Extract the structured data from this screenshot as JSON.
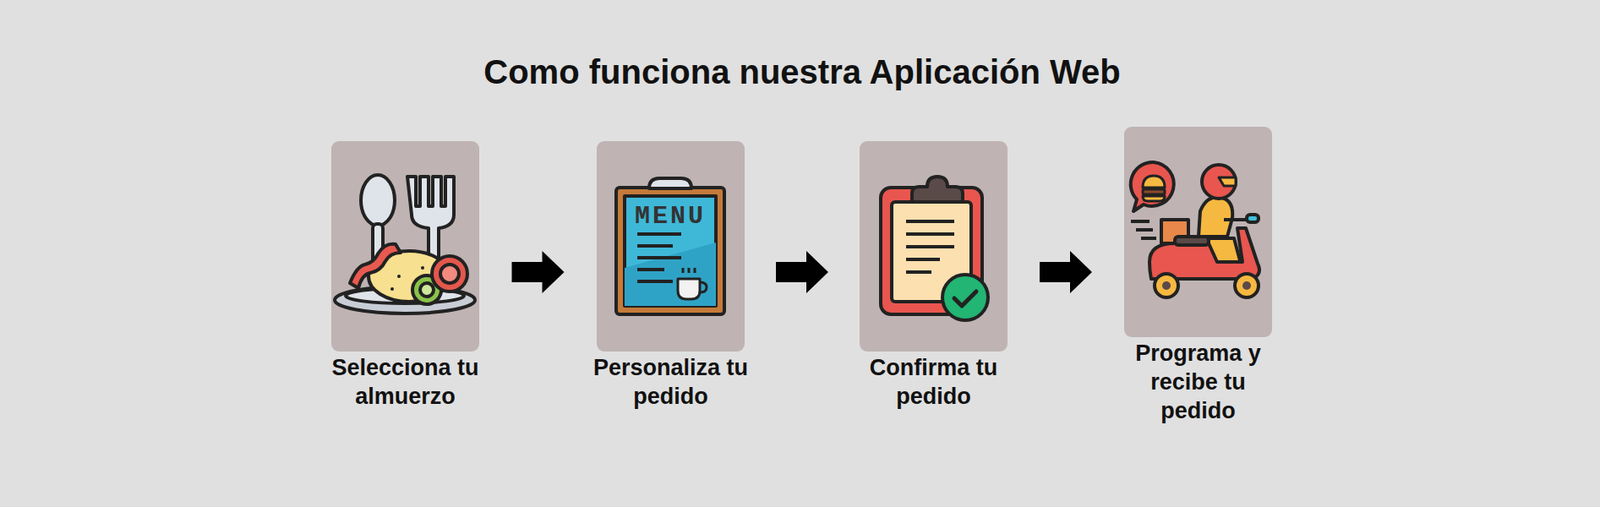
{
  "diagram": {
    "title": "Como funciona nuestra Aplicación Web",
    "nodes": [
      {
        "text": [
          "Selecciona tu almuerzo"
        ]
      },
      {
        "text": [
          "Personaliza tu pedido"
        ]
      },
      {
        "text": [
          "Confirma tu pedido"
        ]
      },
      {
        "text": [
          "Programa y recibe tu pedido"
        ]
      }
    ],
    "edges": [
      {
        "from": 0,
        "to": 1,
        "arrow": "to"
      },
      {
        "from": 1,
        "to": 2,
        "arrow": "to"
      },
      {
        "from": 2,
        "to": 3,
        "arrow": "to"
      }
    ],
    "labels": [
      "MENU"
    ]
  }
}
